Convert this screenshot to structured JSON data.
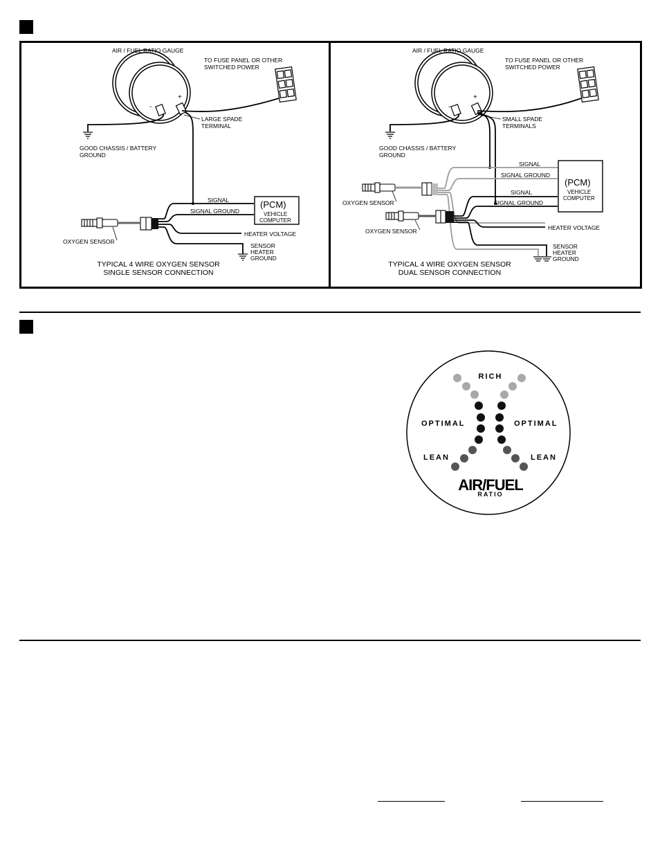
{
  "figure1": {
    "single": {
      "gauge_label": "AIR / FUEL RATIO GAUGE",
      "fuse_label_1": "TO FUSE PANEL OR OTHER",
      "fuse_label_2": "SWITCHED POWER",
      "spade_label_1": "LARGE SPADE",
      "spade_label_2": "TERMINAL",
      "ground_label_1": "GOOD CHASSIS / BATTERY",
      "ground_label_2": "GROUND",
      "signal": "SIGNAL",
      "signal_ground": "SIGNAL GROUND",
      "pcm": "(PCM)",
      "vehicle": "VEHICLE",
      "computer": "COMPUTER",
      "oxygen_sensor": "OXYGEN SENSOR",
      "heater_voltage": "HEATER VOLTAGE",
      "sensor": "SENSOR",
      "heater": "HEATER",
      "ground": "GROUND",
      "caption_1": "TYPICAL 4 WIRE OXYGEN SENSOR",
      "caption_2": "SINGLE SENSOR CONNECTION",
      "plus": "+",
      "minus": "-"
    },
    "dual": {
      "gauge_label": "AIR / FUEL RATIO GAUGE",
      "fuse_label_1": "TO FUSE PANEL OR OTHER",
      "fuse_label_2": "SWITCHED POWER",
      "spade_label_1": "SMALL SPADE",
      "spade_label_2": "TERMINALS",
      "ground_label_1": "GOOD CHASSIS / BATTERY",
      "ground_label_2": "GROUND",
      "signal": "SIGNAL",
      "signal_ground": "SIGNAL GROUND",
      "pcm": "(PCM)",
      "vehicle": "VEHICLE",
      "computer": "COMPUTER",
      "oxygen_sensor": "OXYGEN SENSOR",
      "heater_voltage": "HEATER VOLTAGE",
      "sensor": "SENSOR",
      "heater": "HEATER",
      "ground": "GROUND",
      "caption_1": "TYPICAL 4 WIRE OXYGEN SENSOR",
      "caption_2": "DUAL SENSOR CONNECTION",
      "plus": "+",
      "minus": "-"
    }
  },
  "gauge_face": {
    "rich": "RICH",
    "optimal_left": "OPTIMAL",
    "optimal_right": "OPTIMAL",
    "lean_left": "LEAN",
    "lean_right": "LEAN",
    "brand": "AIR/FUEL",
    "sub": "RATIO"
  },
  "colors": {
    "rich_led": "#a8a8a8",
    "optimal_led": "#111111",
    "lean_led": "#555555",
    "wire_gray": "#9a9a9a"
  }
}
